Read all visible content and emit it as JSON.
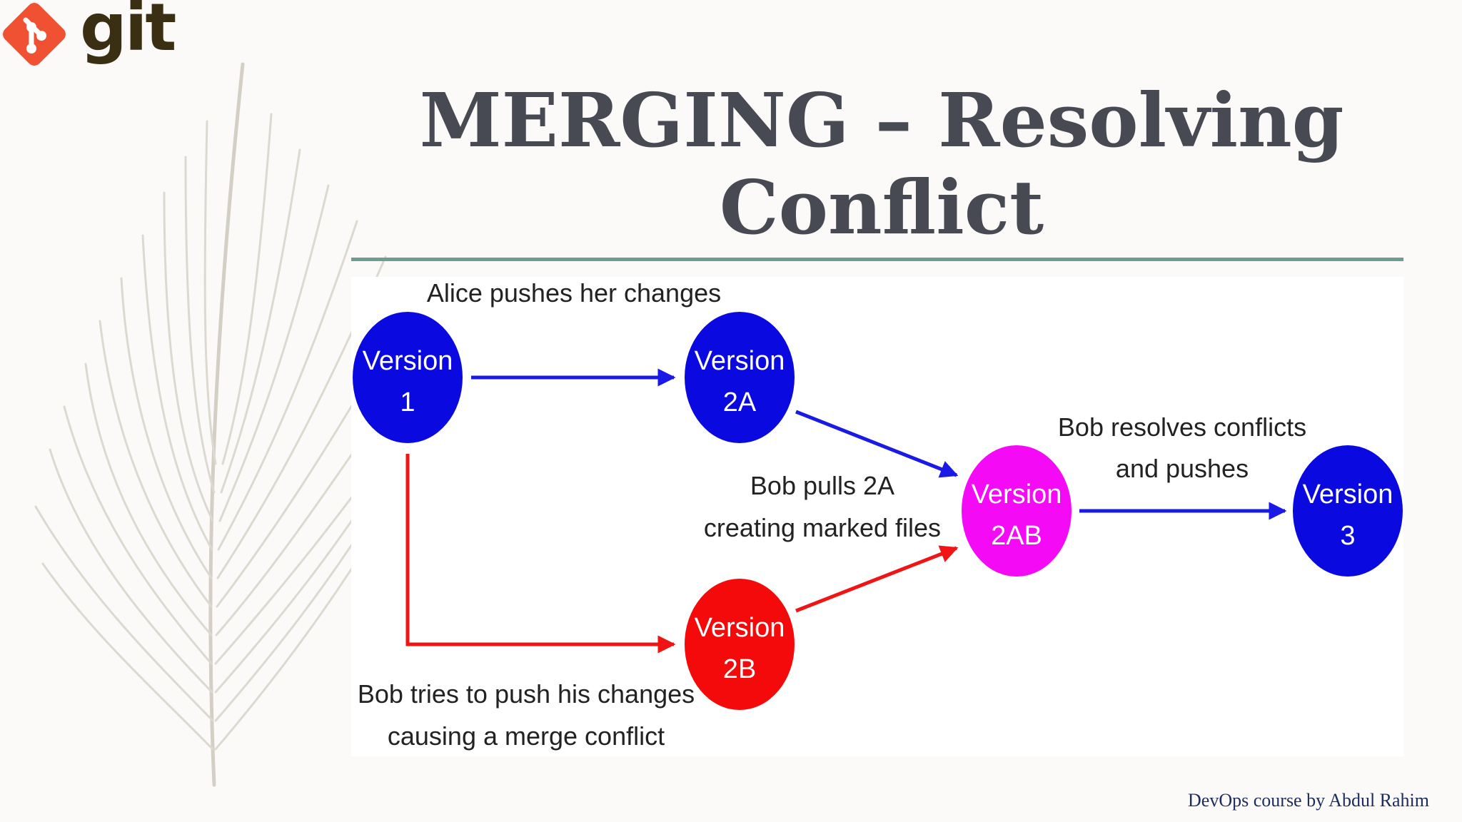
{
  "logo": {
    "text": "git",
    "icon": "git-logo-icon",
    "color": "#f05133"
  },
  "title": {
    "line1": "MERGING – Resolving",
    "line2": "Conflict"
  },
  "decor": {
    "feather_icon": "feather-icon"
  },
  "diagram": {
    "nodes": [
      {
        "id": "v1",
        "line1": "Version",
        "line2": "1",
        "color": "#0a0ae0"
      },
      {
        "id": "v2a",
        "line1": "Version",
        "line2": "2A",
        "color": "#0a0ae0"
      },
      {
        "id": "v2b",
        "line1": "Version",
        "line2": "2B",
        "color": "#f40a0a"
      },
      {
        "id": "v2ab",
        "line1": "Version",
        "line2": "2AB",
        "color": "#f50af5"
      },
      {
        "id": "v3",
        "line1": "Version",
        "line2": "3",
        "color": "#0a0ae0"
      }
    ],
    "edges": [
      {
        "from": "Version 1",
        "to": "Version 2A",
        "color": "#1a1ae6"
      },
      {
        "from": "Version 1",
        "to": "Version 2B",
        "color": "#f01414"
      },
      {
        "from": "Version 2A",
        "to": "Version 2AB",
        "color": "#1a1ae6"
      },
      {
        "from": "Version 2B",
        "to": "Version 2AB",
        "color": "#f01414"
      },
      {
        "from": "Version 2AB",
        "to": "Version 3",
        "color": "#1a1ae6"
      }
    ],
    "captions": {
      "alice": "Alice pushes her changes",
      "bob_pulls_1": "Bob pulls 2A",
      "bob_pulls_2": "creating marked files",
      "bob_resolves_1": "Bob resolves conflicts",
      "bob_resolves_2": "and pushes",
      "bob_tries_1": "Bob tries to push his changes",
      "bob_tries_2": "causing a merge conflict"
    }
  },
  "footer": {
    "credit": "DevOps course by Abdul Rahim"
  }
}
